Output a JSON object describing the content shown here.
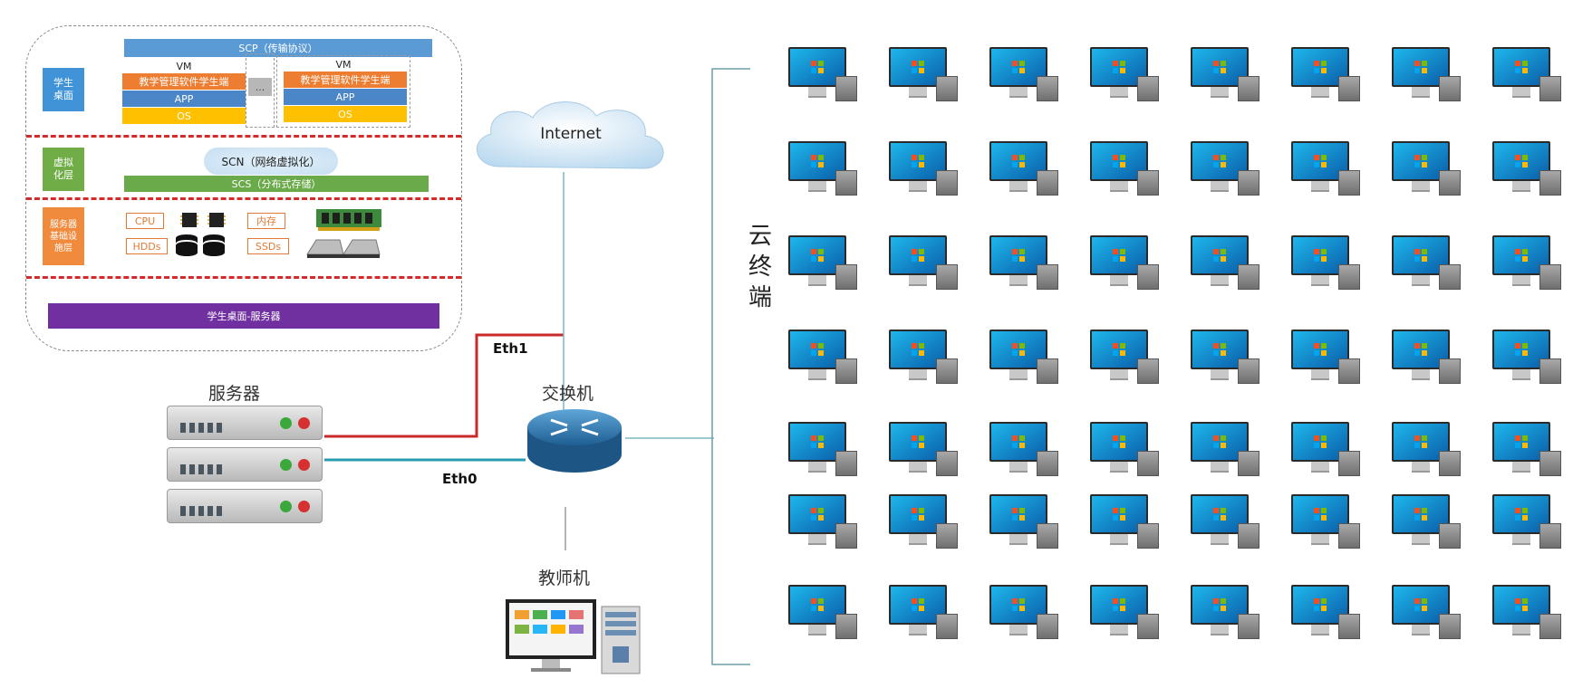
{
  "architecture": {
    "scp_bar": "SCP（传输协议）",
    "row_labels": {
      "desktop": "学生\n桌面",
      "virtualization": "虚拟\n化层",
      "infrastructure": "服务器\n基础设\n施层"
    },
    "vm_left": {
      "title": "VM",
      "software": "教学管理软件学生端",
      "app": "APP",
      "os": "OS"
    },
    "vm_right": {
      "title": "VM",
      "software": "教学管理软件学生端",
      "app": "APP",
      "os": "OS"
    },
    "vm_ellipsis": "...",
    "scn_label": "SCN（网络虚拟化）",
    "scs_bar": "SCS（分布式存储）",
    "hardware": {
      "cpu": "CPU",
      "hdds": "HDDs",
      "memory": "内存",
      "ssds": "SSDs"
    },
    "bottom_bar": "学生桌面-服务器"
  },
  "network": {
    "internet": "Internet",
    "eth1": "Eth1",
    "eth0": "Eth0",
    "server": "服务器",
    "switch": "交换机",
    "teacher": "教师机",
    "cloud_terminal": "云\n终\n端"
  },
  "terminals": {
    "rows": 7,
    "cols": 8
  },
  "colors": {
    "scp_blue": "#5b9bd5",
    "orange": "#ed7d31",
    "app_blue": "#4a86c8",
    "os_yellow": "#ffc000",
    "green": "#6aaa4a",
    "purple": "#7030a0",
    "label_blue": "#3f93d6",
    "label_green": "#70ad47",
    "label_orange": "#f08a3c",
    "red_line": "#c82a2a",
    "teal_line": "#2a9cb0"
  }
}
